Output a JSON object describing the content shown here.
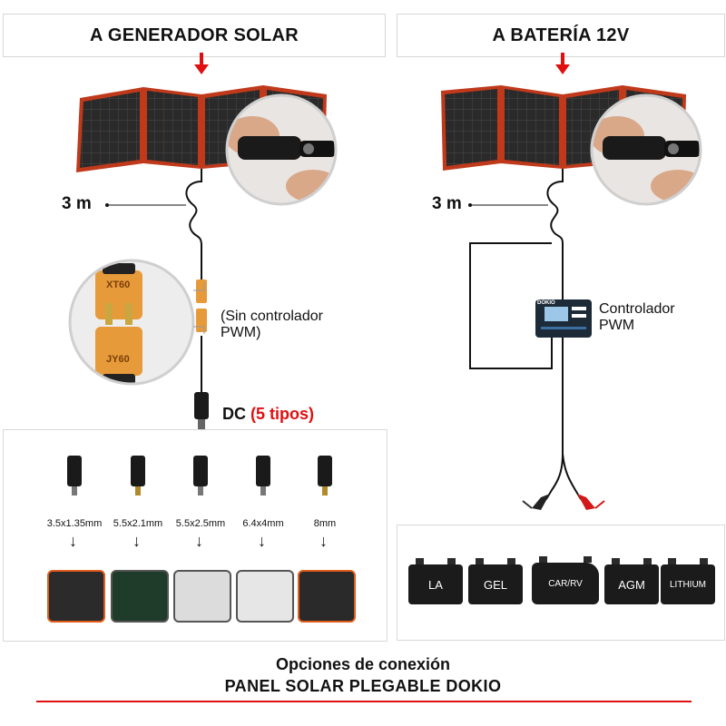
{
  "left_header": "A GENERADOR SOLAR",
  "right_header": "A BATERÍA 12V",
  "left_cable_length": "3 m",
  "right_cable_length": "3 m",
  "connector_top": "XT60",
  "connector_bottom": "JY60",
  "no_controller_label_line1": "(Sin controlador",
  "no_controller_label_line2": "PWM)",
  "dc_label": "DC",
  "dc_types": "(5 tipos)",
  "controller_label_line1": "Controlador",
  "controller_label_line2": "PWM",
  "controller_brand": "DOKIO",
  "dc_plugs": [
    {
      "size": "3.5x1.35mm"
    },
    {
      "size": "5.5x2.1mm"
    },
    {
      "size": "5.5x2.5mm"
    },
    {
      "size": "6.4x4mm"
    },
    {
      "size": "8mm"
    }
  ],
  "battery_types": [
    "LA",
    "GEL",
    "CAR/RV",
    "AGM",
    "LITHIUM"
  ],
  "footer_line1": "Opciones de conexión",
  "footer_line2": "PANEL SOLAR PLEGABLE DOKIO",
  "colors": {
    "accent_red": "#e01010",
    "panel_frame": "#c0391b",
    "panel_cell": "#2a2a2a"
  }
}
